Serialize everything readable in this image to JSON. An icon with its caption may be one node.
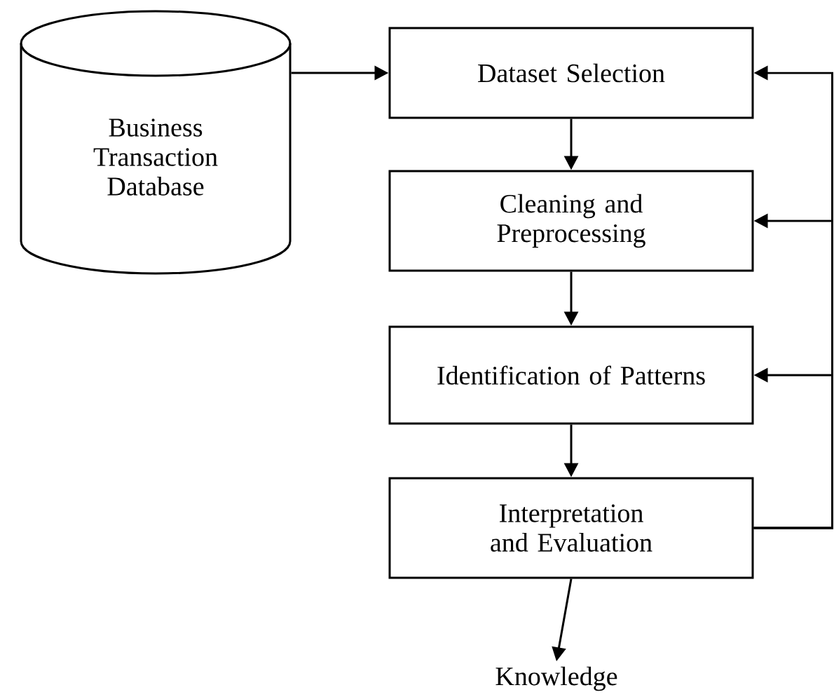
{
  "diagram": {
    "nodes": [
      {
        "text": [
          "Business Transaction Database"
        ]
      },
      {
        "text": [
          "Dataset Selection"
        ]
      },
      {
        "text": [
          "Cleaning and Preprocessing"
        ]
      },
      {
        "text": [
          "Identification of Patterns"
        ]
      },
      {
        "text": [
          "Interpretation and Evaluation"
        ]
      },
      {
        "text": [
          "Knowledge"
        ]
      }
    ],
    "edges": [
      {
        "from": 0,
        "to": 1,
        "arrow": "to"
      },
      {
        "from": 1,
        "to": 2,
        "arrow": "to"
      },
      {
        "from": 2,
        "to": 3,
        "arrow": "to"
      },
      {
        "from": 3,
        "to": 4,
        "arrow": "to"
      },
      {
        "from": 4,
        "to": 5,
        "arrow": "to"
      },
      {
        "from": 4,
        "to": 1,
        "arrow": "to"
      },
      {
        "from": 4,
        "to": 2,
        "arrow": "to"
      },
      {
        "from": 4,
        "to": 3,
        "arrow": "to"
      }
    ]
  }
}
